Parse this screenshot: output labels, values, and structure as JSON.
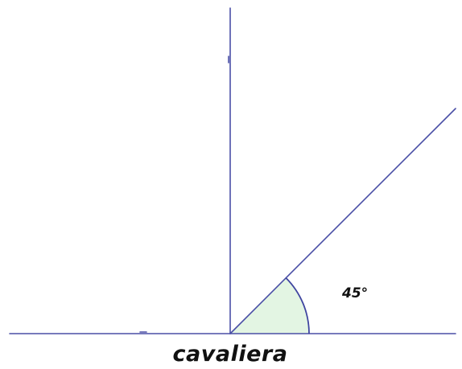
{
  "diagram": {
    "angle_label": "45°",
    "caption": "cavaliera",
    "angle_degrees": 45,
    "colors": {
      "lines": "#4a4fa6",
      "arc": "#3f45a0",
      "sector_fill": "#e3f5e3",
      "text": "#111111",
      "background": "#ffffff"
    }
  }
}
